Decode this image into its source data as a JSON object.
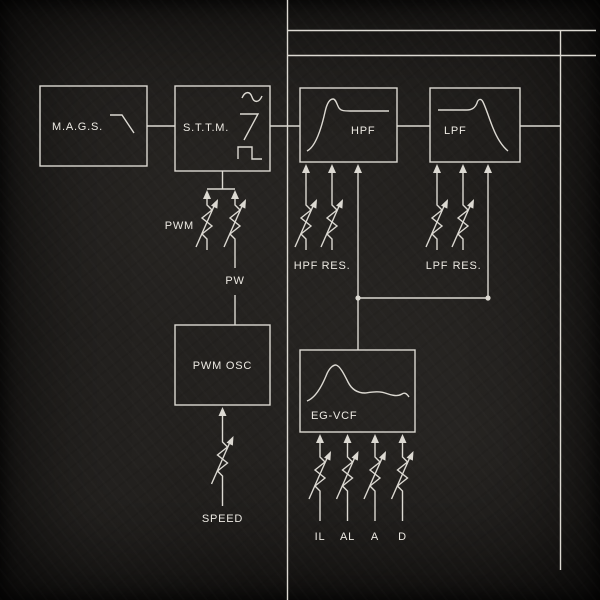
{
  "diagram": {
    "blocks": {
      "mags": {
        "label": "M.A.G.S."
      },
      "sttm": {
        "label": "S.T.T.M."
      },
      "hpf": {
        "label": "HPF"
      },
      "lpf": {
        "label": "LPF"
      },
      "pwm_osc": {
        "label": "PWM OSC"
      },
      "eg_vcf": {
        "label": "EG-VCF"
      }
    },
    "controls": {
      "pwm": {
        "label": "PWM"
      },
      "pw": {
        "label": "PW"
      },
      "hpf_cutoff": {
        "label": "HPF"
      },
      "hpf_res": {
        "label": "RES."
      },
      "lpf_cutoff": {
        "label": "LPF"
      },
      "lpf_res": {
        "label": "RES."
      },
      "speed": {
        "label": "SPEED"
      },
      "il": {
        "label": "IL"
      },
      "al": {
        "label": "AL"
      },
      "a": {
        "label": "A"
      },
      "d": {
        "label": "D"
      }
    },
    "icons": {
      "mags_wave": "ramp-wave-icon",
      "sine_wave": "sine-wave-icon",
      "saw_wave": "saw-wave-icon",
      "pulse_wave": "pulse-wave-icon",
      "hpf_curve": "highpass-response-icon",
      "lpf_curve": "lowpass-response-icon",
      "envelope_curve": "envelope-curve-icon",
      "attenuator": "potentiometer-icon"
    },
    "colors": {
      "background": "#1b1917",
      "line": "#dcd9d2",
      "text": "#edeae3"
    }
  }
}
